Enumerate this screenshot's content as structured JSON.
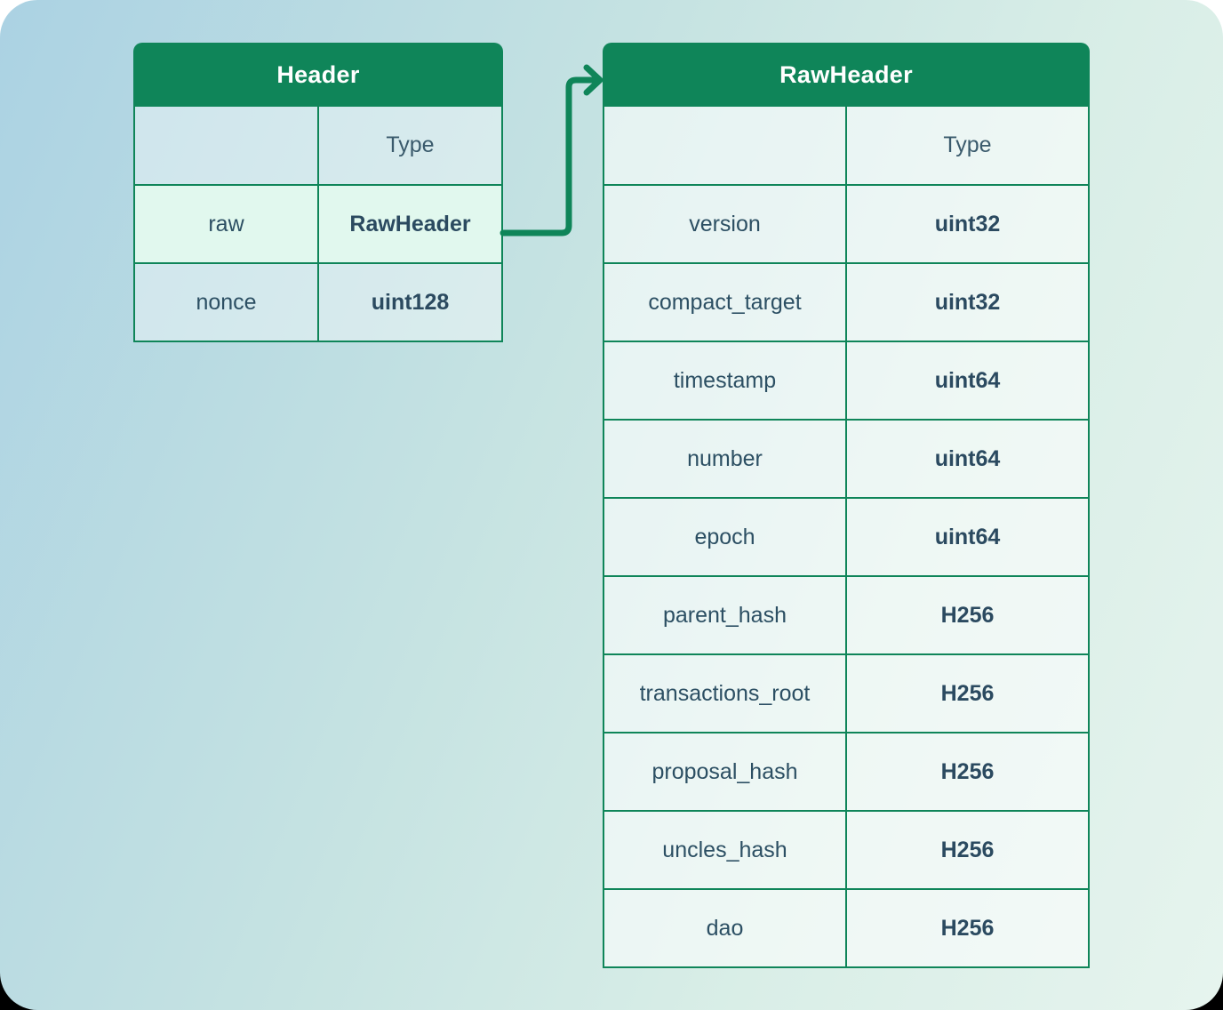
{
  "canvas": {
    "outside_top_color": "#ffffff",
    "outside_bottom_color": "#000000",
    "gradient_start": "#ABD2E3",
    "gradient_end": "#E6F4EE"
  },
  "colors": {
    "accent_green": "#0F8559",
    "title_text": "#FFFFFF",
    "field_text": "#2C4F63",
    "type_text": "#2B4A60",
    "header_label_text": "#3A5A6C",
    "highlight_row_bg": "#E1F8EE"
  },
  "header_table": {
    "title": "Header",
    "type_column_label": "Type",
    "rows": [
      {
        "field": "raw",
        "type": "RawHeader"
      },
      {
        "field": "nonce",
        "type": "uint128"
      }
    ]
  },
  "rawheader_table": {
    "title": "RawHeader",
    "type_column_label": "Type",
    "rows": [
      {
        "field": "version",
        "type": "uint32"
      },
      {
        "field": "compact_target",
        "type": "uint32"
      },
      {
        "field": "timestamp",
        "type": "uint64"
      },
      {
        "field": "number",
        "type": "uint64"
      },
      {
        "field": "epoch",
        "type": "uint64"
      },
      {
        "field": "parent_hash",
        "type": "H256"
      },
      {
        "field": "transactions_root",
        "type": "H256"
      },
      {
        "field": "proposal_hash",
        "type": "H256"
      },
      {
        "field": "uncles_hash",
        "type": "H256"
      },
      {
        "field": "dao",
        "type": "H256"
      }
    ]
  },
  "connector": {
    "from_field": "raw",
    "to_table": "RawHeader"
  }
}
